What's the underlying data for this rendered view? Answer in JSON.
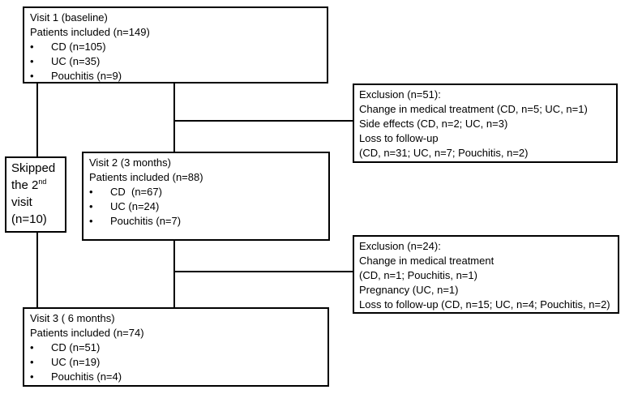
{
  "visit1": {
    "title": "Visit 1 (baseline)",
    "included": "Patients included (n=149)",
    "items": [
      "CD (n=105)",
      "UC (n=35)",
      "Pouchitis (n=9)"
    ]
  },
  "exclusion1": {
    "title": "Exclusion (n=51):",
    "lines": [
      "Change in medical treatment (CD, n=5; UC, n=1)",
      "Side effects (CD, n=2; UC, n=3)",
      "Loss to follow-up",
      "(CD, n=31; UC, n=7; Pouchitis, n=2)"
    ]
  },
  "skipped": {
    "line1": "Skipped",
    "line2_pre": "the 2",
    "line2_sup": "nd",
    "line3": "visit",
    "line4": "(n=10)"
  },
  "visit2": {
    "title": "Visit 2 (3 months)",
    "included": "Patients included (n=88)",
    "items": [
      "CD  (n=67)",
      "UC (n=24)",
      "Pouchitis (n=7)"
    ]
  },
  "exclusion2": {
    "title": "Exclusion (n=24):",
    "lines": [
      "Change in medical treatment",
      "(CD, n=1; Pouchitis, n=1)",
      "Pregnancy (UC, n=1)",
      "Loss to follow-up (CD, n=15; UC, n=4; Pouchitis, n=2)"
    ]
  },
  "visit3": {
    "title": "Visit 3 ( 6 months)",
    "included": "Patients included (n=74)",
    "items": [
      "CD (n=51)",
      "UC (n=19)",
      "Pouchitis (n=4)"
    ]
  },
  "bullet_char": "•"
}
